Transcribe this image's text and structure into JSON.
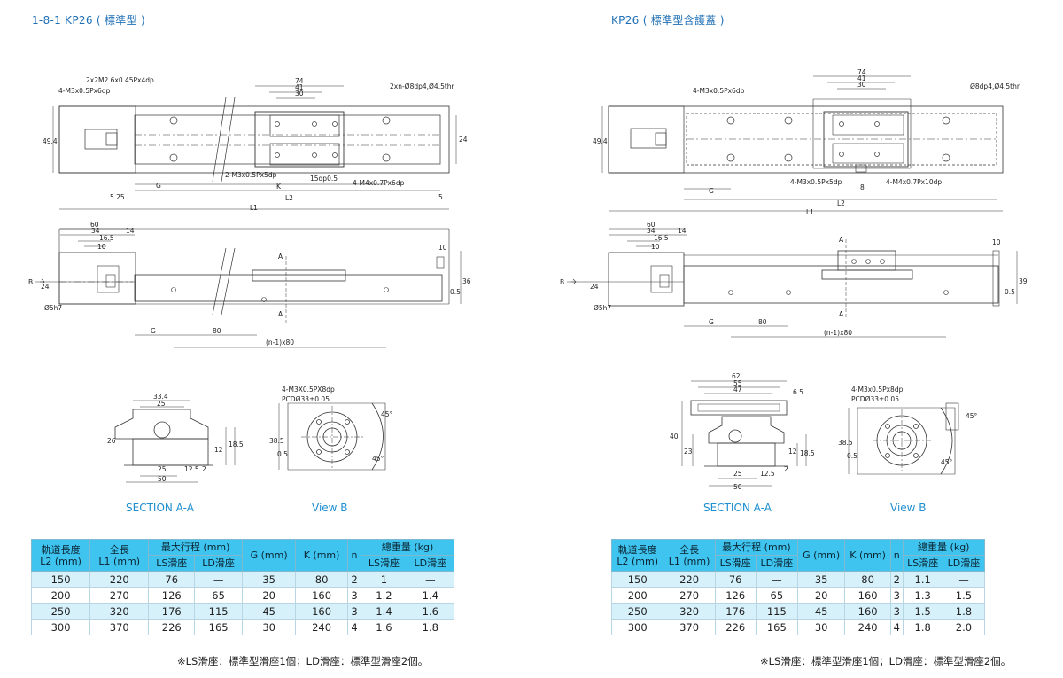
{
  "left": {
    "title": "1-8-1 KP26 ( 標準型 )",
    "dims": {
      "tap_top": "2x2M2.6x0.45Px4dp",
      "m3_top": "4-M3x0.5Px6dp",
      "d74": "74",
      "d41": "41",
      "d30": "30",
      "holes": "2xn-Ø8dp4,Ø4.5thr",
      "h494": "49.4",
      "h24": "24",
      "m3_bot": "2-M3x0.5Px5dp",
      "dp15": "15dp0.5",
      "m4": "4-M4x0.7Px6dp",
      "d525": "5.25",
      "G": "G",
      "K": "K",
      "L2": "L2",
      "L1": "L1",
      "d5": "5",
      "s60": "60",
      "s34": "34",
      "s165": "16.5",
      "s14": "14",
      "s10": "10",
      "s10r": "10",
      "B": "B",
      "A": "A",
      "s24": "24",
      "s5h7": "Ø5h7",
      "s05": "0.5",
      "s36": "36",
      "sG": "G",
      "s80": "80",
      "pitch": "(n-1)x80",
      "x334": "33.4",
      "x25": "25",
      "x26": "26",
      "x12": "12",
      "x185": "18.5",
      "x25b": "25",
      "x125": "12.5",
      "x50": "50",
      "x2": "2",
      "vtap": "4-M3X0.5PX8dp",
      "pcd": "PCDØ33±0.05",
      "v385": "38.5",
      "v05": "0.5",
      "a45a": "45°",
      "a45b": "45°"
    },
    "section_caption": "SECTION A-A",
    "view_caption": "View B",
    "table": {
      "h_l2": "軌道長度",
      "h_l2u": "L2 (mm)",
      "h_l1": "全長",
      "h_l1u": "L1 (mm)",
      "h_stroke": "最大行程 (mm)",
      "h_ls": "LS滑座",
      "h_ld": "LD滑座",
      "h_g": "G (mm)",
      "h_k": "K (mm)",
      "h_n": "n",
      "h_wt": "總重量 (kg)",
      "h_wls": "LS滑座",
      "h_wld": "LD滑座",
      "rows": [
        [
          "150",
          "220",
          "76",
          "—",
          "35",
          "80",
          "2",
          "1",
          "—"
        ],
        [
          "200",
          "270",
          "126",
          "65",
          "20",
          "160",
          "3",
          "1.2",
          "1.4"
        ],
        [
          "250",
          "320",
          "176",
          "115",
          "45",
          "160",
          "3",
          "1.4",
          "1.6"
        ],
        [
          "300",
          "370",
          "226",
          "165",
          "30",
          "240",
          "4",
          "1.6",
          "1.8"
        ]
      ]
    },
    "note": "※LS滑座：標準型滑座1個；LD滑座：標準型滑座2個。"
  },
  "right": {
    "title": "KP26 ( 標準型含護蓋 )",
    "dims": {
      "m3_top": "4-M3x0.5Px6dp",
      "d74": "74",
      "d41": "41",
      "d30": "30",
      "holes": "Ø8dp4,Ø4.5thr",
      "h494": "49.4",
      "m3_bot": "4-M3x0.5Px5dp",
      "d8": "8",
      "m4": "4-M4x0.7Px10dp",
      "G": "G",
      "L2": "L2",
      "L1": "L1",
      "s60": "60",
      "s34": "34",
      "s165": "16.5",
      "s14": "14",
      "s10": "10",
      "s10r": "10",
      "B": "B",
      "A": "A",
      "s24": "24",
      "s5h7": "Ø5h7",
      "s05": "0.5",
      "s39": "39",
      "sG": "G",
      "s80": "80",
      "pitch": "(n-1)x80",
      "x62": "62",
      "x55": "55",
      "x47": "47",
      "x65": "6.5",
      "x40": "40",
      "x23": "23",
      "x12": "12",
      "x185": "18.5",
      "x25": "25",
      "x125": "12.5",
      "x50": "50",
      "x2": "2",
      "vtap": "4-M3x0.5Px8dp",
      "pcd": "PCDØ33±0.05",
      "v385": "38.5",
      "v05": "0.5",
      "a45a": "45°",
      "a45b": "45°"
    },
    "section_caption": "SECTION A-A",
    "view_caption": "View B",
    "table": {
      "h_l2": "軌道長度",
      "h_l2u": "L2 (mm)",
      "h_l1": "全長",
      "h_l1u": "L1 (mm)",
      "h_stroke": "最大行程 (mm)",
      "h_ls": "LS滑座",
      "h_ld": "LD滑座",
      "h_g": "G (mm)",
      "h_k": "K (mm)",
      "h_n": "n",
      "h_wt": "總重量 (kg)",
      "h_wls": "LS滑座",
      "h_wld": "LD滑座",
      "rows": [
        [
          "150",
          "220",
          "76",
          "—",
          "35",
          "80",
          "2",
          "1.1",
          "—"
        ],
        [
          "200",
          "270",
          "126",
          "65",
          "20",
          "160",
          "3",
          "1.3",
          "1.5"
        ],
        [
          "250",
          "320",
          "176",
          "115",
          "45",
          "160",
          "3",
          "1.5",
          "1.8"
        ],
        [
          "300",
          "370",
          "226",
          "165",
          "30",
          "240",
          "4",
          "1.8",
          "2.0"
        ]
      ]
    },
    "note": "※LS滑座：標準型滑座1個；LD滑座：標準型滑座2個。"
  }
}
